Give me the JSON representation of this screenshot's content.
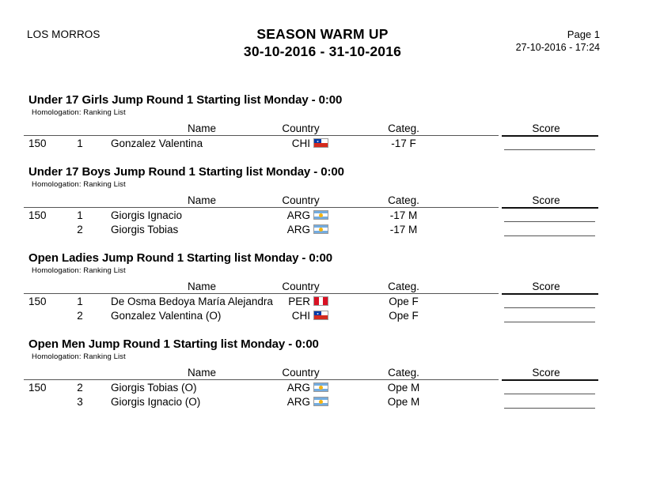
{
  "header": {
    "club_name": "LOS MORROS",
    "event_title": "SEASON WARM UP",
    "event_dates": "30-10-2016  -  31-10-2016",
    "page_number": "Page 1",
    "print_stamp": "27-10-2016 - 17:24"
  },
  "columns": {
    "bib": "",
    "order": "",
    "name": "Name",
    "country": "Country",
    "categ": "Categ.",
    "score": "Score"
  },
  "homologation_label": "Homologation:  Ranking  List",
  "colors": {
    "text": "#000000",
    "rule": "#555555",
    "score_rule": "#111111",
    "chile_blue": "#0039a6",
    "chile_red": "#d52b1e",
    "argentina_blue": "#74acdf",
    "argentina_sun": "#f6b40e",
    "peru_red": "#d91023"
  },
  "sections": [
    {
      "title": "Under 17 Girls Jump Round 1 Starting list Monday - 0:00",
      "homologation": "Homologation:  Ranking  List",
      "rows": [
        {
          "bib": "150",
          "order": "1",
          "name": "Gonzalez Valentina",
          "country": "CHI",
          "flag": "flag-chile",
          "categ": "-17 F",
          "score": ""
        }
      ]
    },
    {
      "title": "Under 17 Boys Jump Round 1 Starting list Monday - 0:00",
      "homologation": "Homologation:  Ranking  List",
      "rows": [
        {
          "bib": "150",
          "order": "1",
          "name": "Giorgis Ignacio",
          "country": "ARG",
          "flag": "flag-argentina",
          "categ": "-17 M",
          "score": ""
        },
        {
          "bib": "",
          "order": "2",
          "name": "Giorgis Tobias",
          "country": "ARG",
          "flag": "flag-argentina",
          "categ": "-17 M",
          "score": ""
        }
      ]
    },
    {
      "title": "Open Ladies Jump Round 1 Starting list Monday - 0:00",
      "homologation": "Homologation:  Ranking  List",
      "rows": [
        {
          "bib": "150",
          "order": "1",
          "name": "De Osma Bedoya María Alejandra",
          "country": "PER",
          "flag": "flag-peru",
          "categ": "Ope F",
          "score": ""
        },
        {
          "bib": "",
          "order": "2",
          "name": "Gonzalez Valentina (O)",
          "country": "CHI",
          "flag": "flag-chile",
          "categ": "Ope F",
          "score": ""
        }
      ]
    },
    {
      "title": "Open Men Jump Round 1 Starting list Monday - 0:00",
      "homologation": "Homologation:  Ranking  List",
      "rows": [
        {
          "bib": "150",
          "order": "2",
          "name": "Giorgis Tobias (O)",
          "country": "ARG",
          "flag": "flag-argentina",
          "categ": "Ope M",
          "score": ""
        },
        {
          "bib": "",
          "order": "3",
          "name": "Giorgis Ignacio (O)",
          "country": "ARG",
          "flag": "flag-argentina",
          "categ": "Ope M",
          "score": ""
        }
      ]
    }
  ]
}
